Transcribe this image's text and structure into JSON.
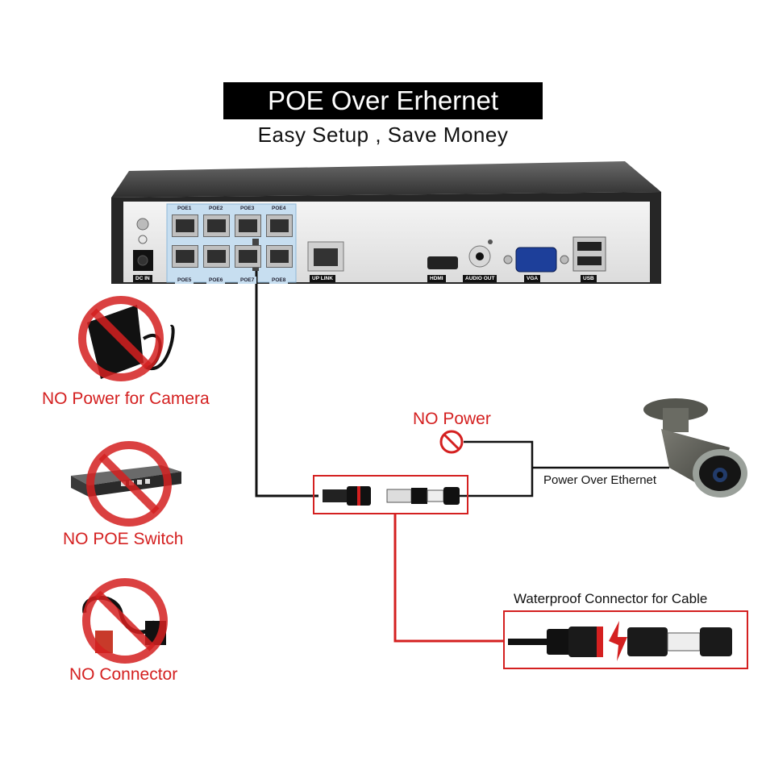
{
  "header": {
    "title": "POE Over Erhernet",
    "subtitle": "Easy Setup , Save Money"
  },
  "nvr": {
    "poe_ports_top": [
      "POE1",
      "POE2",
      "POE3",
      "POE4"
    ],
    "poe_ports_bottom": [
      "POE5",
      "POE6",
      "POE7",
      "POE8"
    ],
    "dc_in_label": "DC IN",
    "uplink_label": "UP LINK",
    "hdmi_label": "HDMI",
    "audio_out_label": "AUDIO OUT",
    "vga_label": "VGA",
    "usb_label": "USB"
  },
  "no_items": {
    "power_for_camera": "NO Power for Camera",
    "poe_switch": "NO  POE Switch",
    "connector": "NO Connector"
  },
  "connection": {
    "no_power_label": "NO Power",
    "power_over_ethernet_label": "Power Over Ethernet",
    "waterproof_label": "Waterproof Connector for Cable"
  },
  "colors": {
    "accent_red": "#d42020",
    "port_highlight": "#c7def0",
    "cable": "#111111"
  }
}
